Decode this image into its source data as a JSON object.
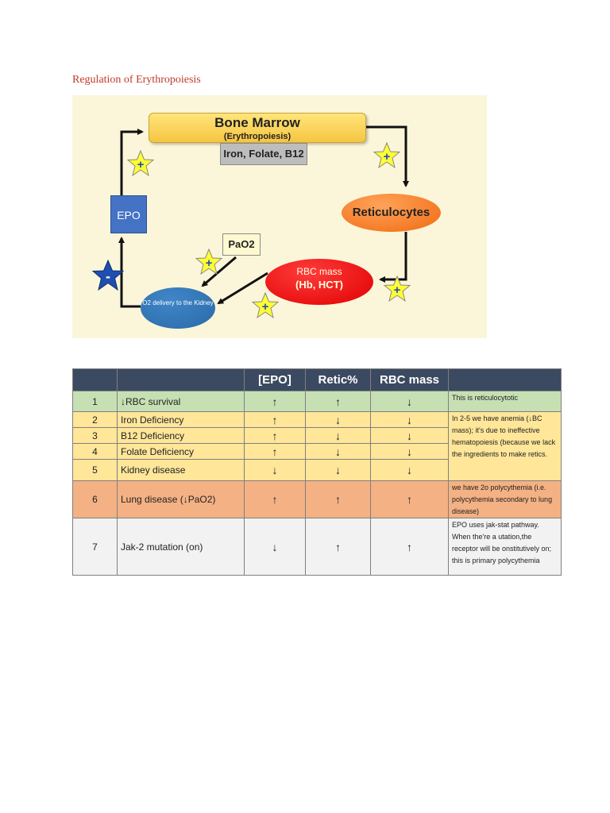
{
  "title": "Regulation of Erythropoiesis",
  "diagram": {
    "bone_marrow": "Bone Marrow",
    "erythropoiesis": "(Erythropoiesis)",
    "nutrients": "Iron, Folate, B12",
    "reticulocytes": "Reticulocytes",
    "rbc_mass": "RBC mass",
    "rbc_mass_sub": "(Hb, HCT)",
    "pao2": "PaO2",
    "epo": "EPO",
    "o2_delivery": "O2 delivery to the Kidney",
    "plus_symbol": "+",
    "minus_symbol": "-",
    "colors": {
      "background": "#fbf6d9",
      "bone_marrow": "#f5c542",
      "epo": "#4472c4",
      "reticulocytes": "#f06a10",
      "rbc_mass": "#e00000",
      "o2_delivery": "#2b6aa8",
      "plus_star": "#ffff33",
      "minus_star": "#1f4eb0"
    }
  },
  "table": {
    "headers": [
      "",
      "",
      "[EPO]",
      "Retic%",
      "RBC mass",
      ""
    ],
    "rows": [
      {
        "num": "1",
        "condition": "↓RBC survival",
        "epo": "↑",
        "retic": "↑",
        "rbc": "↓",
        "note": "This is reticulocytotic"
      },
      {
        "num": "2",
        "condition": "Iron Deficiency",
        "epo": "↑",
        "retic": "↓",
        "rbc": "↓",
        "note": "In 2-5 we have anemia (↓BC mass); it's due to ineffective hematopoiesis (because we lack the ingredients to make retics."
      },
      {
        "num": "3",
        "condition": "B12 Deficiency",
        "epo": "↑",
        "retic": "↓",
        "rbc": "↓"
      },
      {
        "num": "4",
        "condition": "Folate Deficiency",
        "epo": "↑",
        "retic": "↓",
        "rbc": "↓"
      },
      {
        "num": "5",
        "condition": "Kidney disease",
        "epo": "↓",
        "retic": "↓",
        "rbc": "↓"
      },
      {
        "num": "6",
        "condition": "Lung disease (↓PaO2)",
        "epo": "↑",
        "retic": "↑",
        "rbc": "↑",
        "note": "we have 2o polycythemia (i.e. polycythemia secondary to lung disease)"
      },
      {
        "num": "7",
        "condition": "Jak-2 mutation (on)",
        "epo": "↓",
        "retic": "↑",
        "rbc": "↑",
        "note": "EPO uses jak-stat pathway. When the're a utation,the receptor will be onstitutively on; this is primary polycythemia"
      }
    ],
    "colors": {
      "header": "#3b4a61",
      "row_green": "#c6e0b4",
      "row_yellow": "#ffe699",
      "row_orange": "#f4b183",
      "row_gray": "#f2f2f2"
    }
  }
}
